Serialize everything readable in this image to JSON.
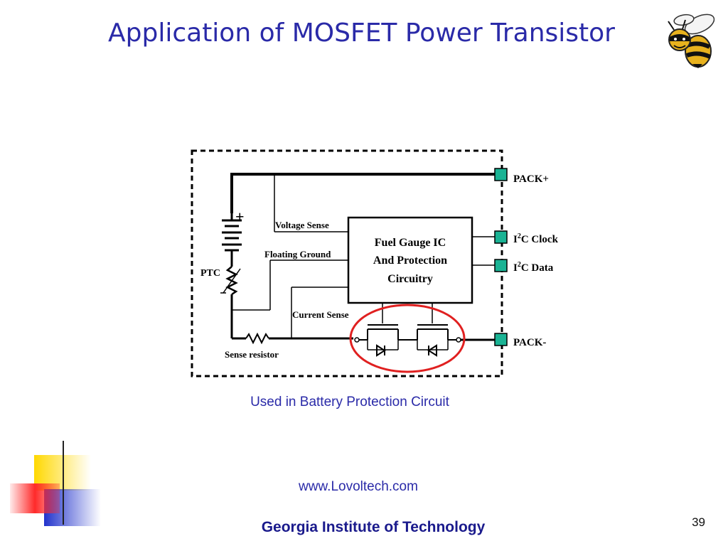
{
  "slide": {
    "title": "Application of MOSFET Power Transistor",
    "caption": "Used in Battery Protection Circuit",
    "website": "www.Lovoltech.com",
    "footer": "Georgia Institute of Technology",
    "page_number": "39"
  },
  "diagram": {
    "ic_label_line1": "Fuel Gauge IC",
    "ic_label_line2": "And Protection",
    "ic_label_line3": "Circuitry",
    "voltage_sense": "Voltage Sense",
    "floating_ground": "Floating Ground",
    "current_sense": "Current Sense",
    "ptc": "PTC",
    "sense_resistor": "Sense resistor",
    "pack_plus": "PACK+",
    "pack_minus": "PACK-",
    "i2c_clock": "C Clock",
    "i2c_data": "C Data",
    "i2c_prefix": "I",
    "i2c_superscript": "2",
    "battery_plus": "+",
    "highlight_color": "#e02020",
    "terminal_color": "#1ab394"
  }
}
